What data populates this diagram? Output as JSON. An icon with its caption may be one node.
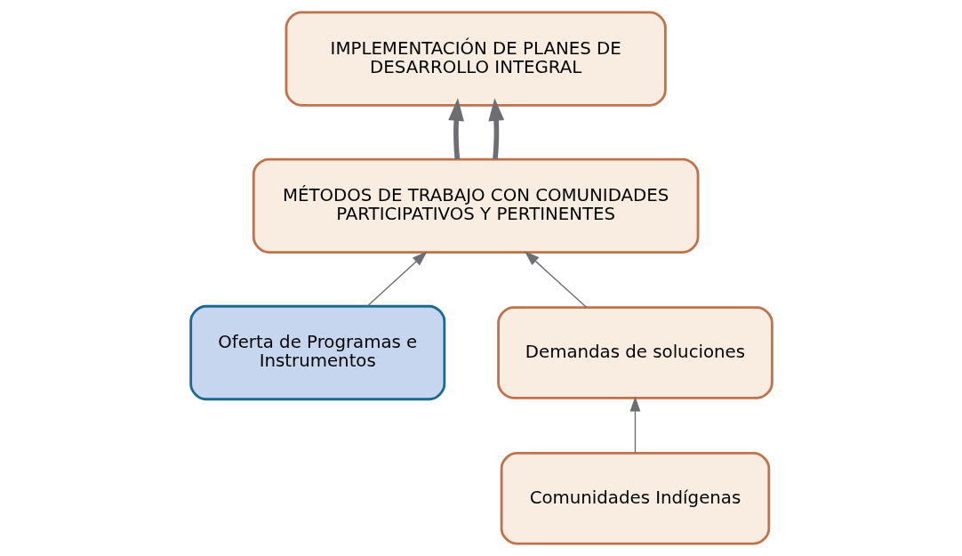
{
  "diagram": {
    "nodes": [
      {
        "text": [
          "IMPLEMENTACIÓN DE PLANES DE DESARROLLO INTEGRAL"
        ]
      },
      {
        "text": [
          "MÉTODOS DE TRABAJO CON COMUNIDADES PARTICIPATIVOS Y PERTINENTES"
        ]
      },
      {
        "text": [
          "Oferta de Programas e Instrumentos"
        ]
      },
      {
        "text": [
          "Demandas de soluciones"
        ]
      },
      {
        "text": [
          "Comunidades Indígenas"
        ]
      }
    ],
    "edges": [
      {
        "from": 1,
        "to": 0,
        "arrow": "to",
        "style": "thick"
      },
      {
        "from": 1,
        "to": 0,
        "arrow": "to",
        "style": "thick"
      },
      {
        "from": 2,
        "to": 1,
        "arrow": "to"
      },
      {
        "from": 3,
        "to": 1,
        "arrow": "to"
      },
      {
        "from": 4,
        "to": 3,
        "arrow": "to"
      }
    ]
  }
}
